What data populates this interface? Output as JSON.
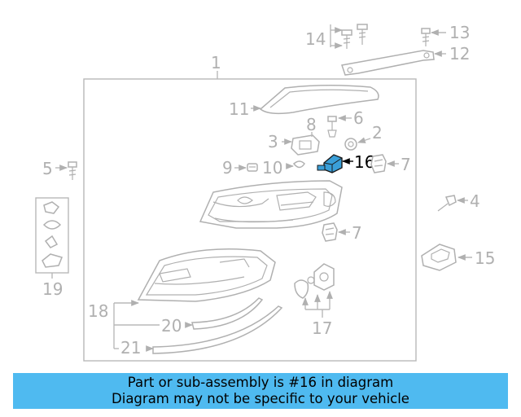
{
  "diagram": {
    "callouts": {
      "c1": "1",
      "c2": "2",
      "c3": "3",
      "c4": "4",
      "c5": "5",
      "c6": "6",
      "c7a": "7",
      "c7b": "7",
      "c8": "8",
      "c9": "9",
      "c10": "10",
      "c11": "11",
      "c12": "12",
      "c13": "13",
      "c14": "14",
      "c15": "15",
      "c16": "16",
      "c17": "17",
      "c18": "18",
      "c19": "19",
      "c20": "20",
      "c21": "21"
    },
    "highlight_part": "16",
    "highlight_color": "#3a9fd8",
    "line_color": "#b0b0b0"
  },
  "banner": {
    "line1": "Part or sub-assembly is #16 in diagram",
    "line2": "Diagram may not be specific to your vehicle",
    "background": "#4fbaf0"
  }
}
